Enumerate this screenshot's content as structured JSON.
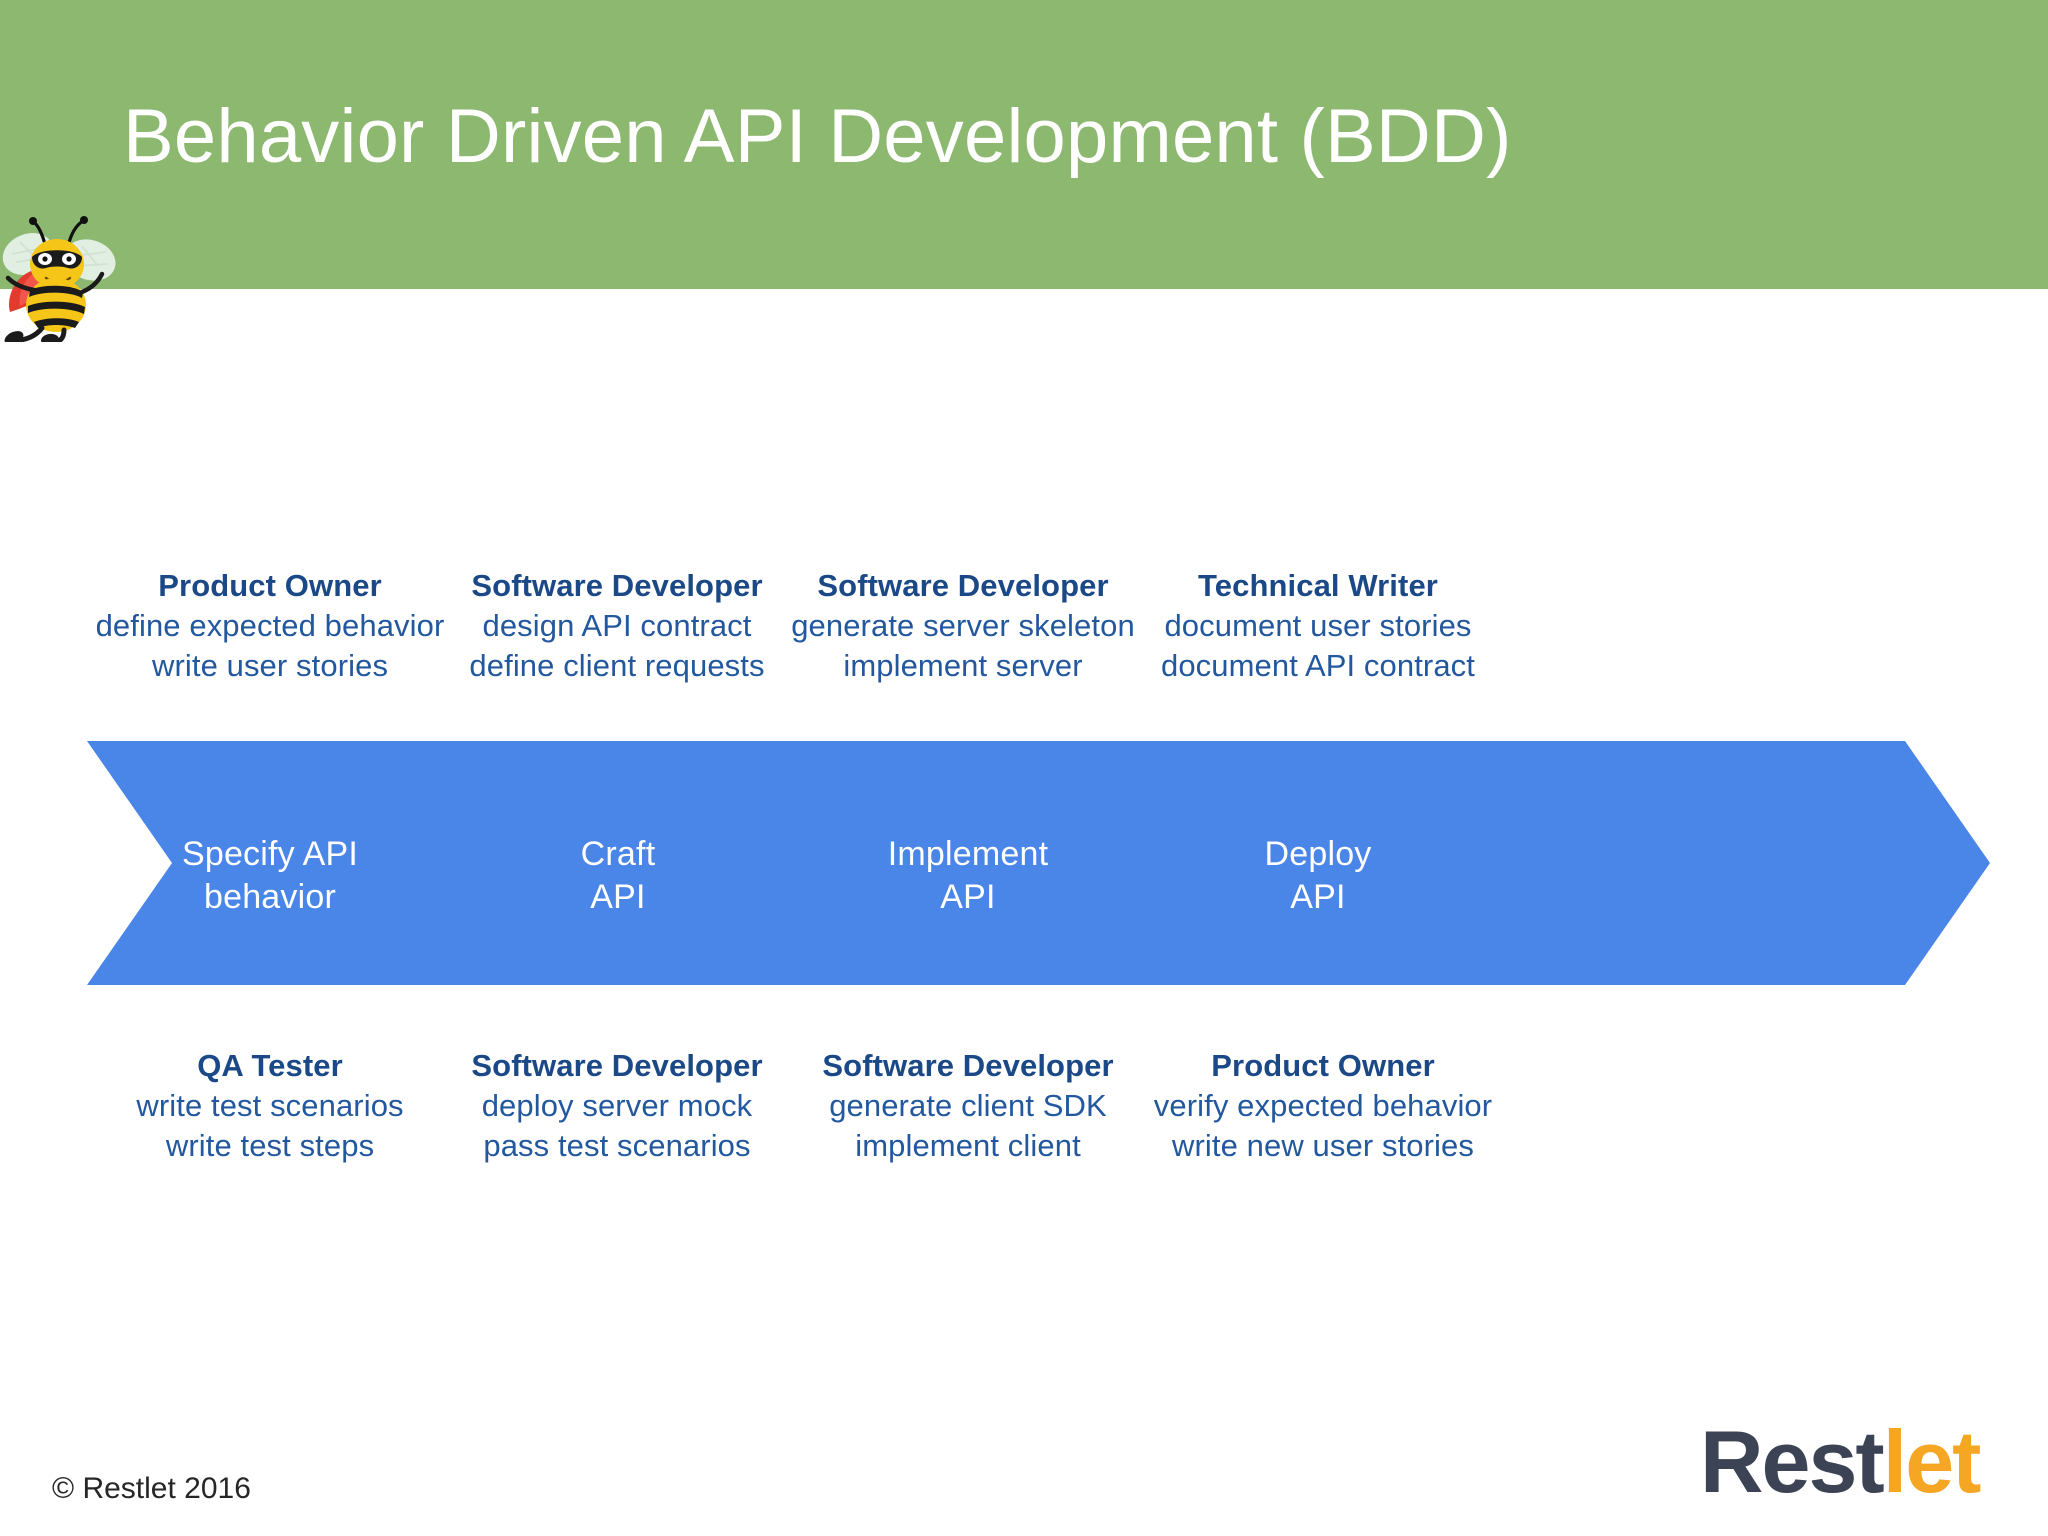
{
  "header": {
    "title": "Behavior Driven API Development (BDD)",
    "band_color": "#8CB86F",
    "title_color": "#FFFFFF",
    "mascot": "superhero-bee-icon"
  },
  "process": {
    "arrow_color": "#4A86E8",
    "arrow_text_color": "#FFFFFF",
    "stages": [
      {
        "stage_line1": "Specify API",
        "stage_line2": "behavior",
        "above": {
          "role": "Product Owner",
          "task1": "define expected behavior",
          "task2": "write user stories"
        },
        "below": {
          "role": "QA Tester",
          "task1": "write test scenarios",
          "task2": "write test steps"
        }
      },
      {
        "stage_line1": "Craft",
        "stage_line2": "API",
        "above": {
          "role": "Software Developer",
          "task1": "design API contract",
          "task2": "define client requests"
        },
        "below": {
          "role": "Software Developer",
          "task1": "deploy server mock",
          "task2": "pass test scenarios"
        }
      },
      {
        "stage_line1": "Implement",
        "stage_line2": "API",
        "above": {
          "role": "Software Developer",
          "task1": "generate server skeleton",
          "task2": "implement server"
        },
        "below": {
          "role": "Software Developer",
          "task1": "generate client SDK",
          "task2": "implement client"
        }
      },
      {
        "stage_line1": "Deploy",
        "stage_line2": "API",
        "above": {
          "role": "Technical Writer",
          "task1": "document user stories",
          "task2": "document API contract"
        },
        "below": {
          "role": "Product Owner",
          "task1": "verify expected behavior",
          "task2": "write new user stories"
        }
      }
    ]
  },
  "footer": {
    "copyright": "© Restlet 2016",
    "logo_part1": "Rest",
    "logo_part2": "let",
    "logo_color1": "#3C4355",
    "logo_color2": "#F5A623"
  }
}
